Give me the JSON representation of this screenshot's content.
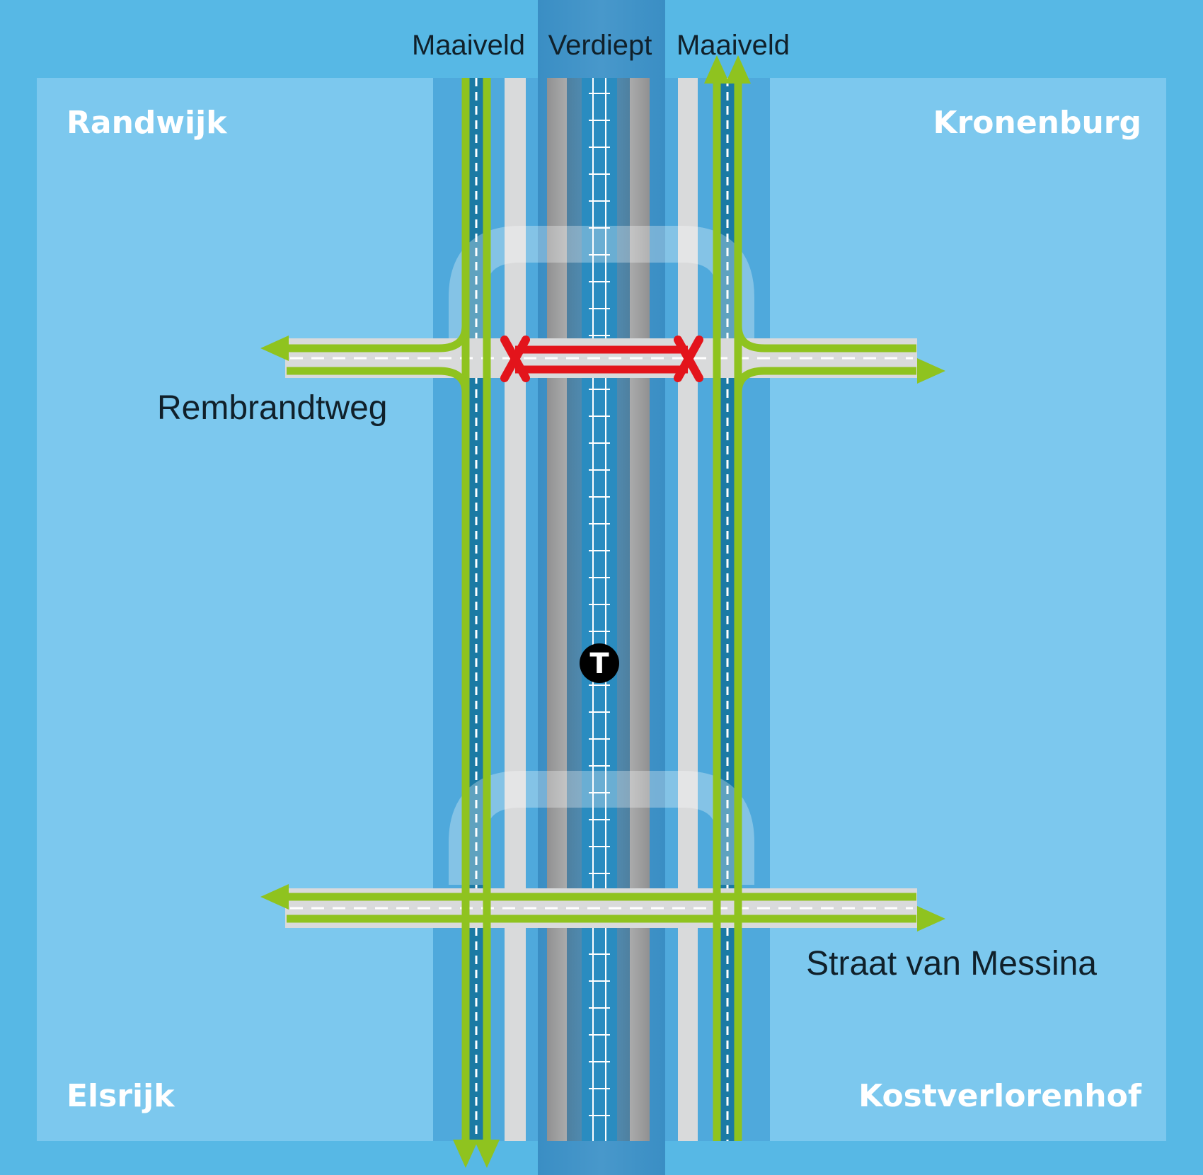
{
  "labels": {
    "columns": {
      "left": "Maaiveld",
      "center": "Verdiept",
      "right": "Maaiveld"
    },
    "districts": {
      "top_left": "Randwijk",
      "top_right": "Kronenburg",
      "bottom_left": "Elsrijk",
      "bottom_right": "Kostverlorenhof"
    },
    "streets": {
      "north": "Rembrandtweg",
      "south": "Straat van Messina"
    },
    "stop_marker": "T"
  },
  "icons": {
    "tram_stop": "tram-stop-icon",
    "closure": "closure-cross-icon",
    "direction": "arrow-icon"
  },
  "colors": {
    "background": "#57b8e5",
    "district_block": "#7cc8ee",
    "corridor": "#4fa9dc",
    "sunken": "#3a8ec4",
    "road": "#d9dadb",
    "flow": "#8fc31f",
    "closure": "#e3141b",
    "text_dark": "#10202a",
    "text_light": "#ffffff"
  }
}
